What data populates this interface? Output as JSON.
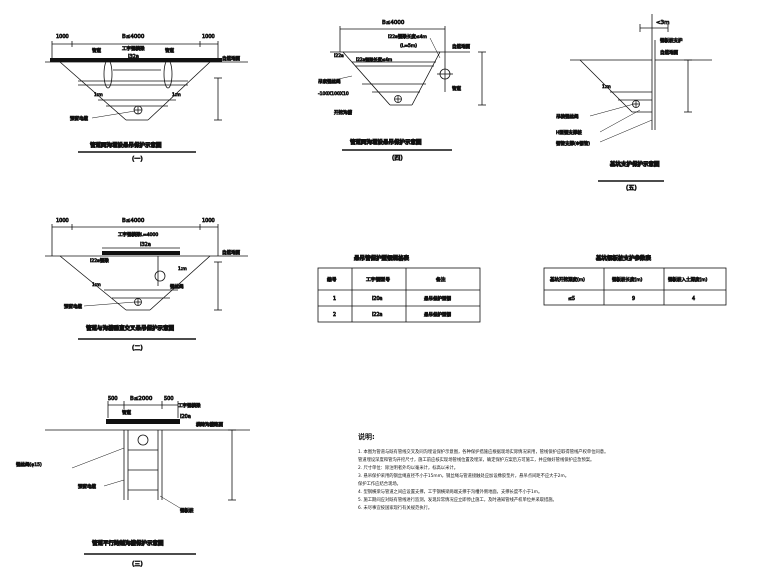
{
  "detail_1": {
    "dim_left": "1000",
    "dim_mid": "B≤4000",
    "dim_right": "1000",
    "label_protect_beam": "工字钢横梁",
    "label_beam_spec": "I32a",
    "label_pipe_a": "管道",
    "label_pipe_b": "管道",
    "label_ground": "自然地面",
    "label_slope_l": "1:m",
    "label_slope_r": "1:m",
    "label_cable": "预留电缆",
    "title": "管道同沟埋设悬吊保护示意图",
    "number": "(一)"
  },
  "detail_2": {
    "dim_top": "B≤4000",
    "label_h_top": "I22a钢梁长度≤4m",
    "label_h_top2": "(L=5m)",
    "label_left_beam": "I22a",
    "label_left_beam2": "I22a钢梁长度≤4m",
    "label_rope": "吊索钢丝绳",
    "label_rope_spec": "-100X100X10",
    "label_ground": "自然地面",
    "label_pipe": "管道",
    "label_bottom": "开挖沟槽",
    "title": "管道同沟埋设悬吊保护示意图",
    "number": "(四)"
  },
  "detail_3": {
    "dim_top": "<3m",
    "label_steel": "钢板桩支护",
    "label_ground": "自然地面",
    "label_slope": "1:m",
    "label_cable": "吊装钢丝绳",
    "label_pile": "H型钢支撑桩",
    "label_steel_pipe": "钢管支撑(Φ钢管)",
    "title": "基坑支护保护示意图",
    "number": "(五)"
  },
  "detail_4": {
    "dim_left": "1000",
    "dim_mid": "B≤4000",
    "dim_right": "1000",
    "label_beam_top": "工字钢横梁L=4000",
    "label_beam_spec": "I32a",
    "label_left": "I22a钢梁",
    "label_ground": "自然地面",
    "label_slope_l": "1:m",
    "label_slope_r": "1:m",
    "label_rope": "钢丝绳",
    "label_cable": "预留电缆",
    "title": "管道与沟槽垂直交叉悬吊保护示意图",
    "number": "(二)"
  },
  "detail_5": {
    "dim_1": "500",
    "dim_2": "B≤2000",
    "dim_3": "500",
    "label_beam": "工字钢横梁",
    "label_beam_spec": "I20a",
    "label_pipe": "管道",
    "label_ground": "横跨沟槽路面",
    "label_left_rope": "钢丝绳(φ15)",
    "label_cable": "预留电缆",
    "label_support": "钢板桩",
    "title": "管道平行跨越沟槽保护示意图",
    "number": "(三)"
  },
  "table_1": {
    "title": "悬吊管保护型钢规格表",
    "headers": [
      "编号",
      "工字钢型号",
      "备注"
    ],
    "rows": [
      [
        "1",
        "I20a",
        "悬吊保护型钢"
      ],
      [
        "2",
        "I22a",
        "悬吊保护型钢"
      ]
    ]
  },
  "table_2": {
    "title": "基坑钢板桩支护参数表",
    "headers": [
      "基坑开挖深度(m)",
      "钢板桩长度(m)",
      "钢板桩入土深度(m)"
    ],
    "rows": [
      [
        "≤5",
        "9",
        "4"
      ]
    ]
  },
  "notes": {
    "heading": "说明:",
    "lines": [
      "1. 本图为管道与既有管线交叉及同沟埋设保护示意图，各种保护措施应根据现场实际情况采用，管线保护应取得管线产权单位同意。",
      "   管道埋设深度和管沟开挖尺寸，施工前应核实现场管线位置及埋深，确定保护方案后方可施工，并应做好管线保护应急预案。",
      "2. 尺寸单位：除注明者外均以毫米计，标高以米计。",
      "3. 悬吊保护采用的钢丝绳直径不小于15mm，钢丝绳与管道接触处应加设橡胶垫片，悬吊点间距不应大于2m。",
      "   保护工作应结合现场。",
      "4. 型钢横梁与管道之间应设置支撑，工字钢横梁两端支撑于沟槽外侧地面，支撑长度不小于1m。",
      "5. 施工期间应对既有管线进行监测，发现异常情况应立即停止施工，及时通知管线产权单位并采取措施。",
      "6. 未尽事宜按国家现行有关规范执行。"
    ]
  }
}
